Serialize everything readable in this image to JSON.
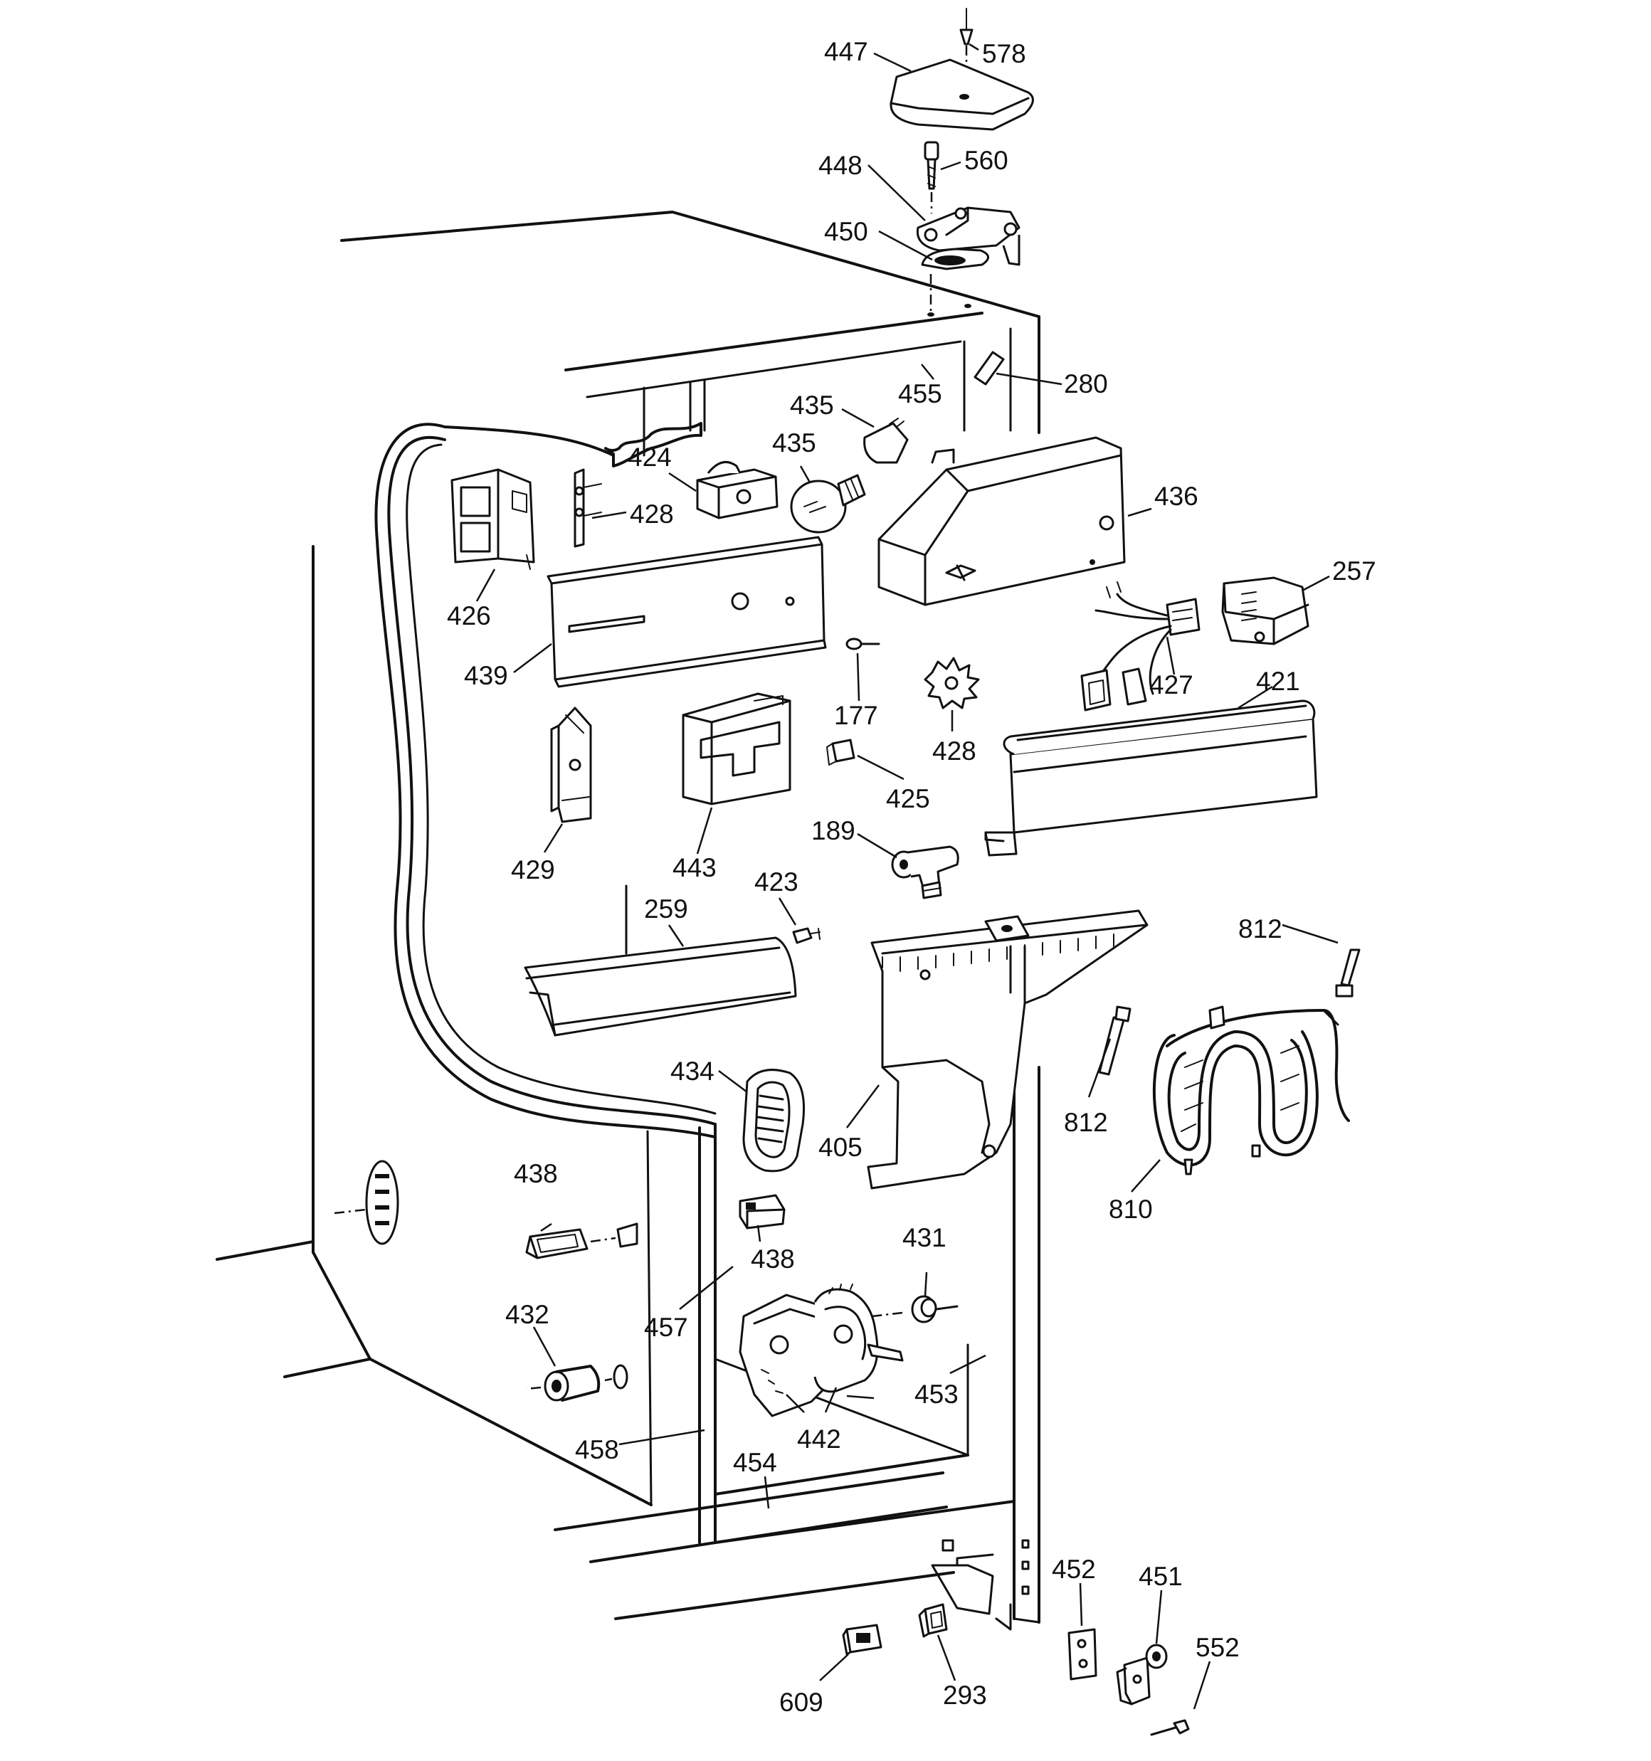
{
  "diagram": {
    "callouts": [
      {
        "id": "c578",
        "text": "578"
      },
      {
        "id": "c447",
        "text": "447"
      },
      {
        "id": "c448",
        "text": "448"
      },
      {
        "id": "c560",
        "text": "560"
      },
      {
        "id": "c450",
        "text": "450"
      },
      {
        "id": "c280",
        "text": "280"
      },
      {
        "id": "c455",
        "text": "455"
      },
      {
        "id": "c435a",
        "text": "435"
      },
      {
        "id": "c435b",
        "text": "435"
      },
      {
        "id": "c424",
        "text": "424"
      },
      {
        "id": "c428a",
        "text": "428"
      },
      {
        "id": "c436",
        "text": "436"
      },
      {
        "id": "c426",
        "text": "426"
      },
      {
        "id": "c257",
        "text": "257"
      },
      {
        "id": "c439",
        "text": "439"
      },
      {
        "id": "c427",
        "text": "427"
      },
      {
        "id": "c177",
        "text": "177"
      },
      {
        "id": "c421",
        "text": "421"
      },
      {
        "id": "c428b",
        "text": "428"
      },
      {
        "id": "c425",
        "text": "425"
      },
      {
        "id": "c429",
        "text": "429"
      },
      {
        "id": "c443",
        "text": "443"
      },
      {
        "id": "c189",
        "text": "189"
      },
      {
        "id": "c423",
        "text": "423"
      },
      {
        "id": "c259",
        "text": "259"
      },
      {
        "id": "c812a",
        "text": "812"
      },
      {
        "id": "c434",
        "text": "434"
      },
      {
        "id": "c405",
        "text": "405"
      },
      {
        "id": "c812b",
        "text": "812"
      },
      {
        "id": "c438a",
        "text": "438"
      },
      {
        "id": "c810",
        "text": "810"
      },
      {
        "id": "c438b",
        "text": "438"
      },
      {
        "id": "c431",
        "text": "431"
      },
      {
        "id": "c432",
        "text": "432"
      },
      {
        "id": "c457",
        "text": "457"
      },
      {
        "id": "c453",
        "text": "453"
      },
      {
        "id": "c442",
        "text": "442"
      },
      {
        "id": "c458",
        "text": "458"
      },
      {
        "id": "c454",
        "text": "454"
      },
      {
        "id": "c452",
        "text": "452"
      },
      {
        "id": "c451",
        "text": "451"
      },
      {
        "id": "c552",
        "text": "552"
      },
      {
        "id": "c609",
        "text": "609"
      },
      {
        "id": "c293",
        "text": "293"
      }
    ]
  }
}
